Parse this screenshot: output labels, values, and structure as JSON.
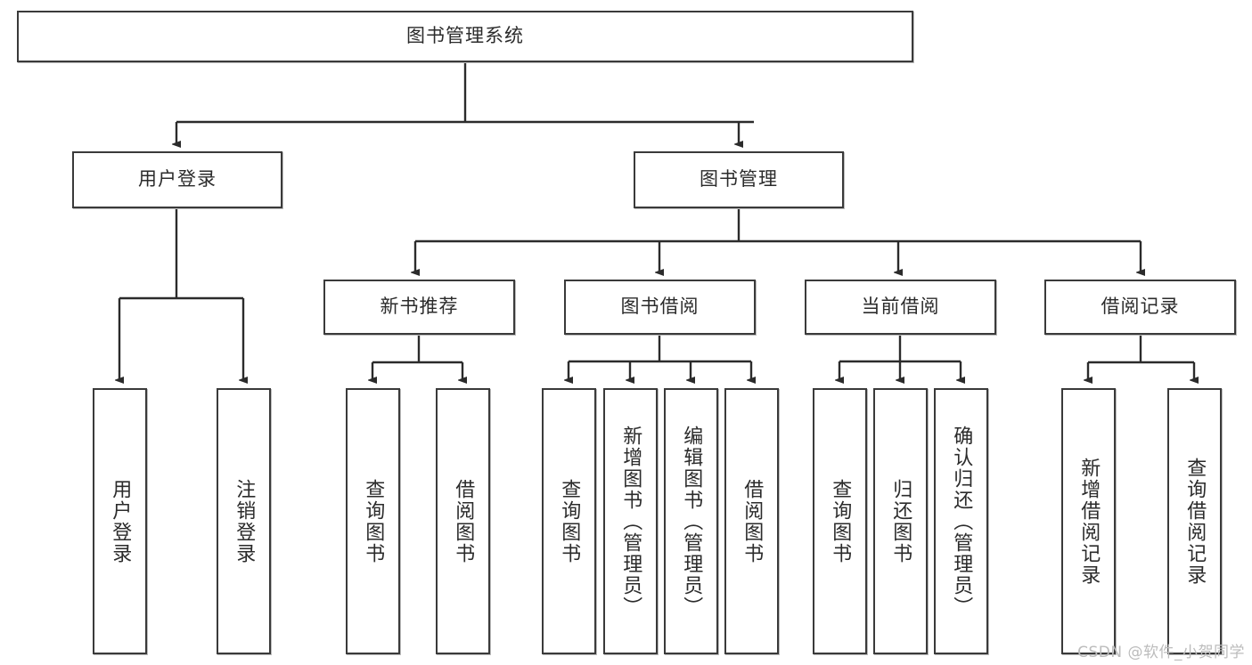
{
  "diagram": {
    "type": "tree",
    "title": "图书管理系统",
    "background_color": "#ffffff",
    "box_border_color": "#3a3a3a",
    "text_color": "#2b2b2b",
    "edge_color": "#2b2b2b",
    "nodes": {
      "root": {
        "label": "图书管理系统"
      },
      "level2": [
        {
          "label": "用户登录"
        },
        {
          "label": "图书管理"
        }
      ],
      "level3": [
        {
          "label": "新书推荐"
        },
        {
          "label": "图书借阅"
        },
        {
          "label": "当前借阅"
        },
        {
          "label": "借阅记录"
        }
      ],
      "leaves": {
        "user_login": [
          {
            "label": "用户登录"
          },
          {
            "label": "注销登录"
          }
        ],
        "new_book": [
          {
            "label": "查询图书"
          },
          {
            "label": "借阅图书"
          }
        ],
        "book_borrow": [
          {
            "label": "查询图书"
          },
          {
            "label": "新增图书（管理员）"
          },
          {
            "label": "编辑图书（管理员）"
          },
          {
            "label": "借阅图书"
          }
        ],
        "current_borrow": [
          {
            "label": "查询图书"
          },
          {
            "label": "归还图书"
          },
          {
            "label": "确认归还（管理员）"
          }
        ],
        "borrow_record": [
          {
            "label": "新增借阅记录"
          },
          {
            "label": "查询借阅记录"
          }
        ]
      }
    }
  },
  "watermark": {
    "text": "CSDN @软件_小贺同学",
    "color": "#bcbcbc"
  }
}
